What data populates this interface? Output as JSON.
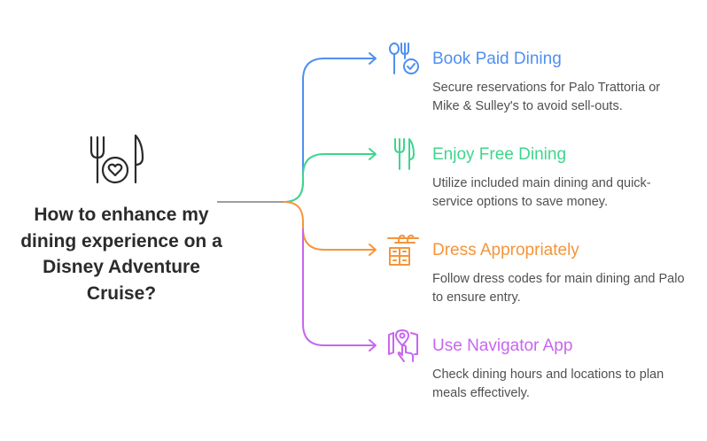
{
  "diagram": {
    "main_question": "How to enhance my dining experience on a Disney Adventure Cruise?",
    "main_icon": "fork-plate-heart-knife-icon",
    "trunk_color": "#9e9e9e",
    "text_color": "#2b2b2b",
    "branches": [
      {
        "title": "Book Paid Dining",
        "description": "Secure reservations for Palo Trattoria or Mike & Sulley's to avoid sell-outs.",
        "icon": "utensils-check-icon",
        "color": "#4f8ff0"
      },
      {
        "title": "Enjoy Free Dining",
        "description": "Utilize included main dining and quick-service options to save money.",
        "icon": "fork-knife-icon",
        "color": "#3ed58d"
      },
      {
        "title": "Dress Appropriately",
        "description": "Follow dress codes for main dining and Palo to ensure entry.",
        "icon": "wardrobe-hangers-icon",
        "color": "#f4953a"
      },
      {
        "title": "Use Navigator App",
        "description": "Check dining hours and locations to plan meals effectively.",
        "icon": "map-pin-tap-icon",
        "color": "#c866f0"
      }
    ]
  }
}
